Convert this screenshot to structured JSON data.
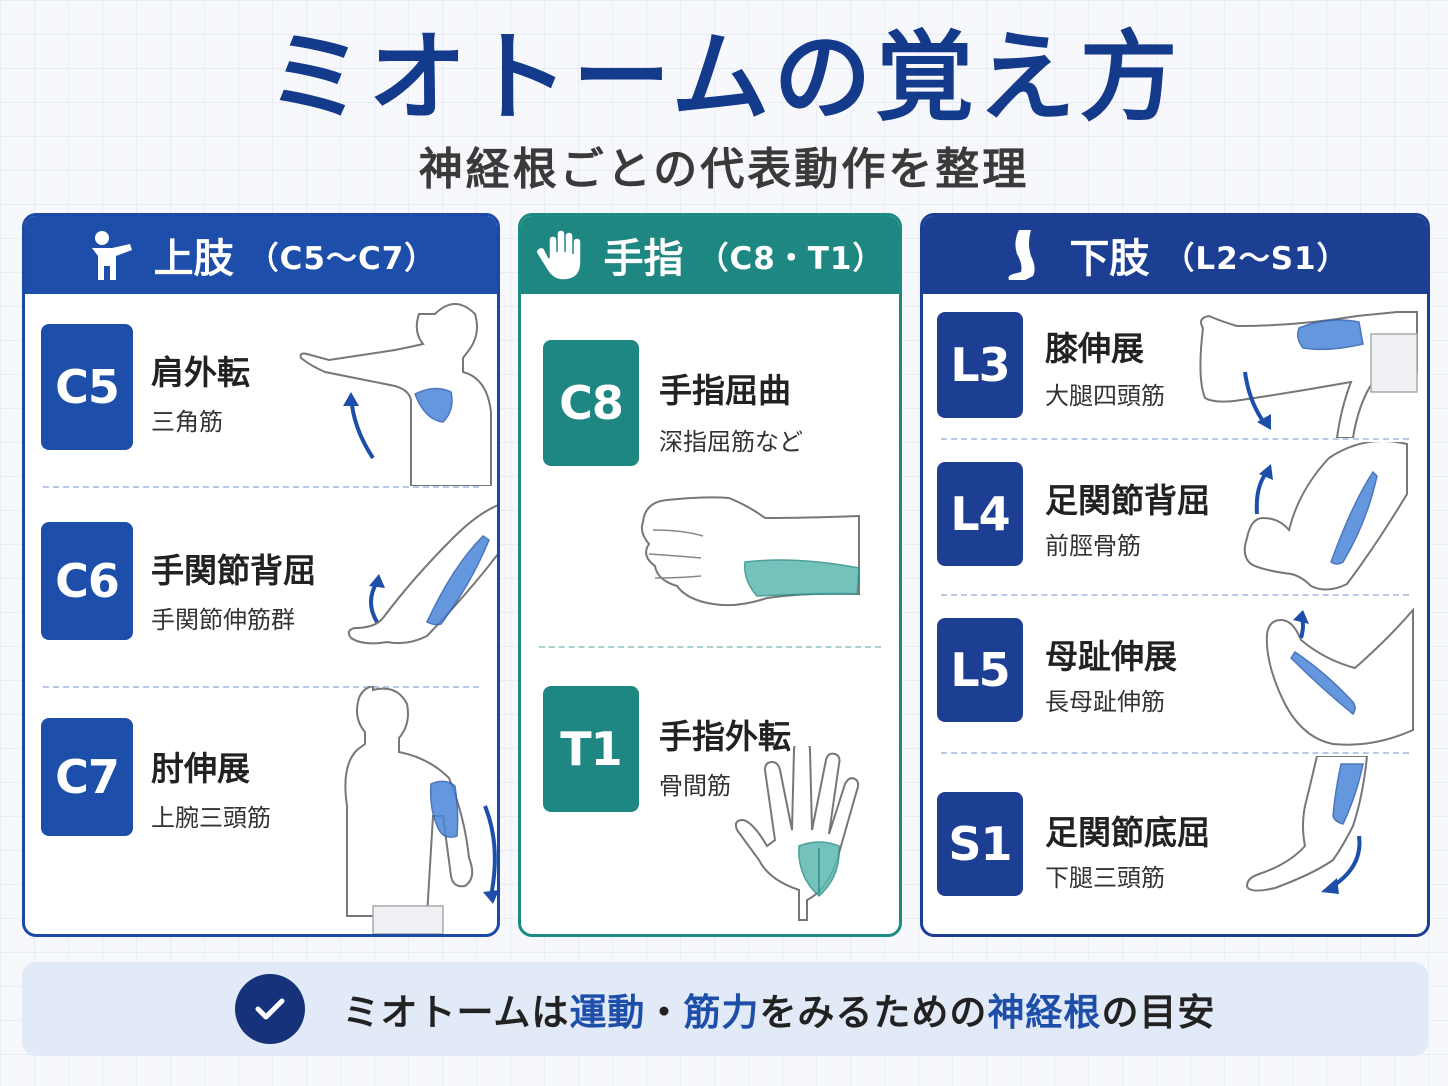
{
  "title": "ミオトームの覚え方",
  "subtitle": "神経根ごとの代表動作を整理",
  "panels": [
    {
      "heading": "上肢",
      "range": "（C5〜C7）",
      "icon": "person-pointing-icon",
      "items": [
        {
          "root": "C5",
          "motion": "肩外転",
          "muscle": "三角筋"
        },
        {
          "root": "C6",
          "motion": "手関節背屈",
          "muscle": "手関節伸筋群"
        },
        {
          "root": "C7",
          "motion": "肘伸展",
          "muscle": "上腕三頭筋"
        }
      ]
    },
    {
      "heading": "手指",
      "range": "（C8・T1）",
      "icon": "hand-icon",
      "items": [
        {
          "root": "C8",
          "motion": "手指屈曲",
          "muscle": "深指屈筋など"
        },
        {
          "root": "T1",
          "motion": "手指外転",
          "muscle": "骨間筋"
        }
      ]
    },
    {
      "heading": "下肢",
      "range": "（L2〜S1）",
      "icon": "leg-icon",
      "items": [
        {
          "root": "L3",
          "motion": "膝伸展",
          "muscle": "大腿四頭筋"
        },
        {
          "root": "L4",
          "motion": "足関節背屈",
          "muscle": "前脛骨筋"
        },
        {
          "root": "L5",
          "motion": "母趾伸展",
          "muscle": "長母趾伸筋"
        },
        {
          "root": "S1",
          "motion": "足関節底屈",
          "muscle": "下腿三頭筋"
        }
      ]
    }
  ],
  "footer": {
    "parts": [
      {
        "text": "ミオトームは",
        "highlight": false
      },
      {
        "text": "運動",
        "highlight": true
      },
      {
        "text": "・",
        "highlight": false
      },
      {
        "text": "筋力",
        "highlight": true
      },
      {
        "text": "をみるための",
        "highlight": false
      },
      {
        "text": "神経根",
        "highlight": true
      },
      {
        "text": "の目安",
        "highlight": false
      }
    ]
  },
  "colors": {
    "title": "#143a8c",
    "upper": "#1d4eaa",
    "hand": "#1f8781",
    "lower": "#1c3f94",
    "muscle_blue": "#4a86d8",
    "muscle_teal": "#5bb8b0"
  }
}
